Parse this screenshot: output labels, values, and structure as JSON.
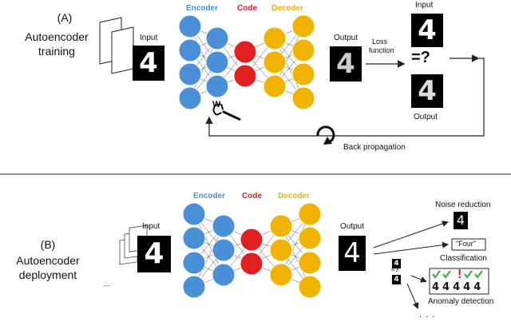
{
  "section_a": {
    "label": "(A)",
    "title_line1": "Autoencoder",
    "title_line2": "training",
    "input_label": "Input",
    "encoder_label": "Encoder",
    "code_label": "Code",
    "decoder_label": "Decoder",
    "output_label": "Output",
    "loss_line1": "Loss",
    "loss_line2": "function",
    "compare_symbol": "=?",
    "right_input_label": "Input",
    "right_output_label": "Output",
    "weights_label": "W",
    "backprop_label": "Back propagation",
    "digit": "4"
  },
  "section_b": {
    "label": "(B)",
    "title_line1": "Autoencoder",
    "title_line2": "deployment",
    "input_label": "Input",
    "encoder_label": "Encoder",
    "code_label": "Code",
    "decoder_label": "Decoder",
    "output_label": "Output",
    "noise_label": "Noise reduction",
    "classification_label": "Classification",
    "four_text": "\"Four\"",
    "anomaly_label": "Anomaly detection",
    "compare_symbol": "=?",
    "digit": "4",
    "ellipsis": ". . .",
    "stack_dots": "...",
    "anomaly_mark": "!"
  },
  "colors": {
    "encoder": "#4a90d9",
    "code": "#e02020",
    "decoder": "#f0b400",
    "check": "#3cb043"
  }
}
